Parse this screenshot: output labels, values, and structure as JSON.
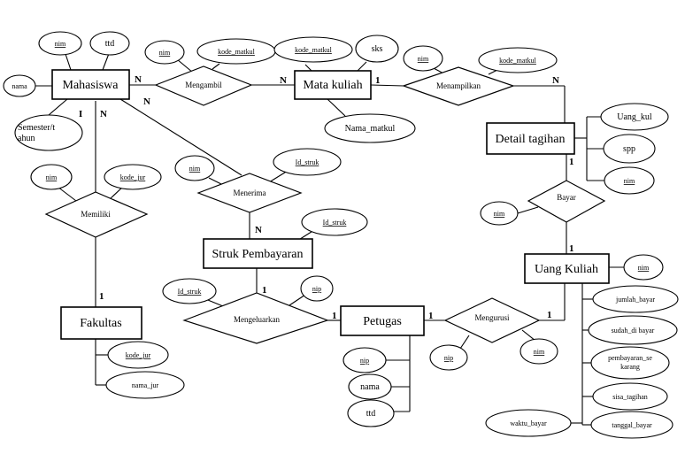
{
  "entities": {
    "mahasiswa": "Mahasiswa",
    "mata_kuliah": "Mata kuliah",
    "detail_tagihan": "Detail tagihan",
    "struk": "Struk Pembayaran",
    "uang_kuliah": "Uang Kuliah",
    "fakultas": "Fakultas",
    "petugas": "Petugas"
  },
  "relationships": {
    "mengambil": "Mengambil",
    "menampilkan": "Menampilkan",
    "memiliki": "Memiliki",
    "menerima": "Menerima",
    "bayar": "Bayar",
    "mengeluarkan": "Mengeluarkan",
    "mengurusi": "Mengurusi"
  },
  "attributes": {
    "mhs_nim": "nim",
    "mhs_ttd": "ttd",
    "mhs_nama": "nama",
    "mhs_semester_1": "Semester/t",
    "mhs_semester_2": "ahun",
    "ambil_nim": "nim",
    "ambil_kode": "kode_matkul",
    "mk_kode": "kode_matkul",
    "mk_sks": "sks",
    "mk_nama": "Nama_matkul",
    "tampil_nim": "nim",
    "tampil_kode": "kode_matkul",
    "dt_uang": "Uang_kul",
    "dt_spp": "spp",
    "dt_nim": "nim",
    "milik_nim": "nim",
    "milik_kode": "kode_jur",
    "terima_nim": "nim",
    "terima_id": "Id_struk",
    "struk_id": "Id_struk",
    "bayar_nim": "nim",
    "uk_nim": "nim",
    "uk_jumlah": "jumlah_bayar",
    "uk_sudah": "sudah_di bayar",
    "uk_pemb_1": "pembayaran_se",
    "uk_pemb_2": "karang",
    "uk_sisa": "sisa_tagihan",
    "uk_tanggal": "tanggal_bayar",
    "uk_waktu": "waktu_bayar",
    "kel_id": "Id_struk",
    "kel_nip": "nip",
    "pet_nip": "nip",
    "pet_nama": "nama",
    "pet_ttd": "ttd",
    "urus_nip": "nip",
    "urus_nim": "nim",
    "fak_kode": "kode_jur",
    "fak_nama": "nama_jur"
  },
  "cardinalities": {
    "mhs_ambil": "N",
    "mk_ambil": "N",
    "mk_tampil": "1",
    "dt_tampil": "N",
    "mhs_milik": "N",
    "mhs_terima": "N",
    "mhs_bar": "I",
    "struk_terima": "N",
    "dt_bayar": "1",
    "uk_bayar": "1",
    "fak_milik": "1",
    "struk_kel": "1",
    "pet_kel": "1",
    "pet_urus": "1",
    "uk_urus": "1"
  }
}
